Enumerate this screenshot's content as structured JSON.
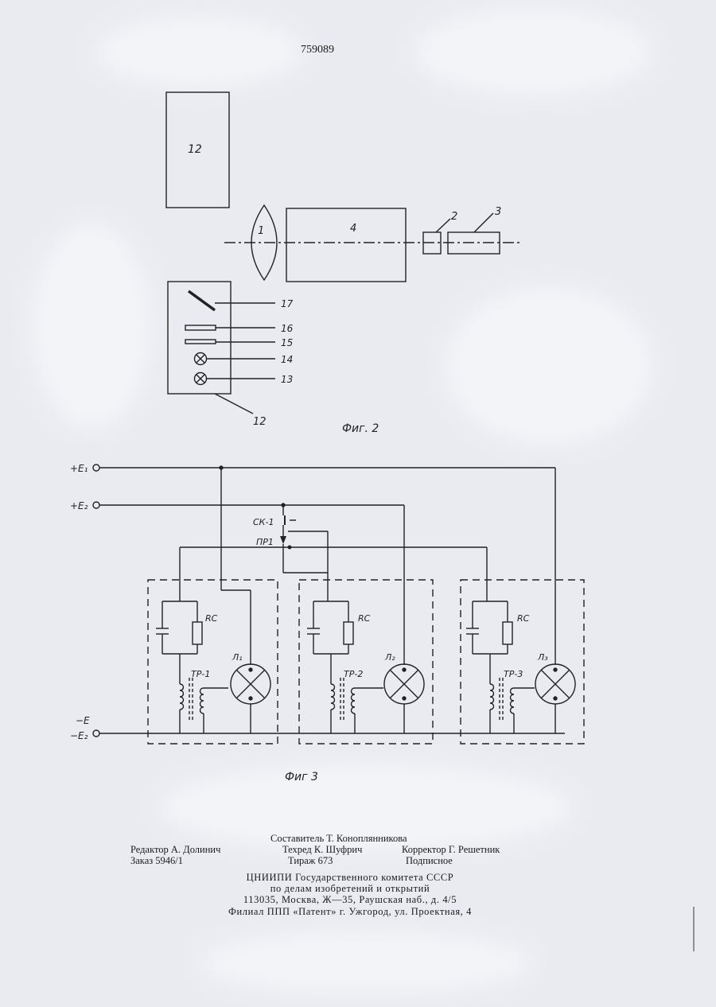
{
  "header": {
    "patent_number": "759089"
  },
  "fig2": {
    "caption": "Фиг. 2",
    "block_12_top": "12",
    "lens": "1",
    "block_4": "4",
    "item_2": "2",
    "item_3": "3",
    "panel_items": [
      "17",
      "16",
      "15",
      "14",
      "13"
    ],
    "panel_label": "12"
  },
  "fig3": {
    "caption": "Фиг 3",
    "rail_e1": "+E₁",
    "rail_e2": "+E₂",
    "rail_minus_e": "−E",
    "rail_minus_e2": "−E₂",
    "switch_sk": "СК-1",
    "switch_pr": "ПР1",
    "rc": "RC",
    "units": [
      {
        "tr": "ТР-1",
        "lamp": "Л₁"
      },
      {
        "tr": "ТР-2",
        "lamp": "Л₂"
      },
      {
        "tr": "ТР-3",
        "lamp": "Л₃"
      }
    ]
  },
  "imprint": {
    "composer": "Составитель Т. Коноплянникова",
    "editor": "Редактор А. Долинич",
    "techred": "Техред К. Шуфрич",
    "corrector": "Корректор Г. Решетник",
    "order": "Заказ 5946/1",
    "circulation": "Тираж 673",
    "subscription": "Подписное",
    "org_line1": "ЦНИИПИ Государственного комитета СССР",
    "org_line2": "по делам изобретений и открытий",
    "address": "113035, Москва, Ж—35, Раушская наб., д. 4/5",
    "branch": "Филиал ППП «Патент» г. Ужгород, ул. Проектная, 4"
  }
}
